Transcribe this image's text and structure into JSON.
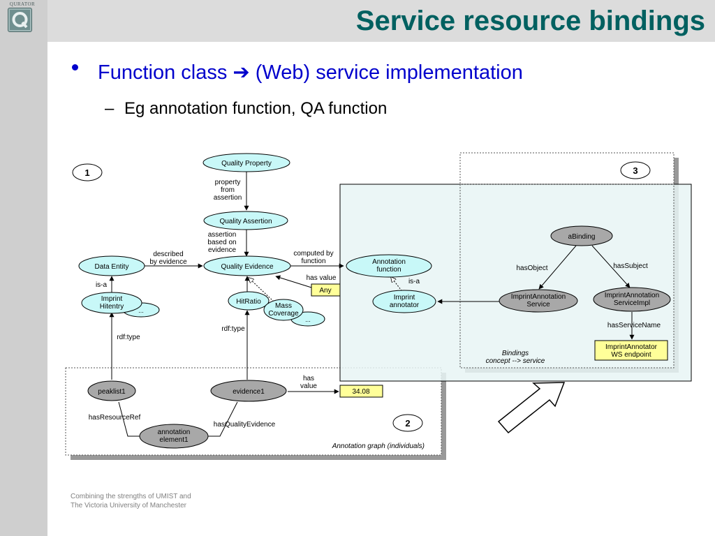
{
  "logo": {
    "label": "QURATOR"
  },
  "title": "Service resource bindings",
  "bullet": {
    "text": "Function class",
    "arrow": "➔",
    "tail": "(Web) service implementation"
  },
  "sub_bullet": {
    "dash": "–",
    "text": "Eg annotation function, QA function"
  },
  "diagram": {
    "panels": {
      "p1": "1",
      "p2": "2",
      "p3": "3"
    },
    "nodes": {
      "quality_property": "Quality Property",
      "quality_assertion": "Quality Assertion",
      "quality_evidence": "Quality Evidence",
      "data_entity": "Data Entity",
      "imprint_hitentry_1": "Imprint",
      "imprint_hitentry_2": "Hitentry",
      "hitratio": "HitRatio",
      "mass_coverage_1": "Mass",
      "mass_coverage_2": "Coverage",
      "ellipsis": "...",
      "annotation_function_1": "Annotation",
      "annotation_function_2": "function",
      "imprint_annotator_1": "Imprint",
      "imprint_annotator_2": "annotator",
      "abinding": "aBinding",
      "imprint_service_1": "ImprintAnnotation",
      "imprint_service_2": "Service",
      "imprint_serviceimpl_1": "ImprintAnnotation",
      "imprint_serviceimpl_2": "ServiceImpl",
      "endpoint_1": "ImprintAnnotator",
      "endpoint_2": "WS endpoint",
      "peaklist1": "peaklist1",
      "evidence1": "evidence1",
      "annotation_element_1": "annotation",
      "annotation_element_2": "element1",
      "any": "Any",
      "value_3408": "34.08"
    },
    "edges": {
      "property_from_1": "property",
      "property_from_2": "from",
      "property_from_3": "assertion",
      "assertion_based_1": "assertion",
      "assertion_based_2": "based on",
      "assertion_based_3": "evidence",
      "described_1": "described",
      "described_2": "by evidence",
      "computed_1": "computed by",
      "computed_2": "function",
      "has_value": "has value",
      "is_a_left": "is-a",
      "is_a_right": "is-a",
      "rdf_type_left": "rdf:type",
      "rdf_type_mid": "rdf:type",
      "has_object": "hasObject",
      "has_subject": "hasSubject",
      "has_service_name": "hasServiceName",
      "has_value2_1": "has",
      "has_value2_2": "value",
      "has_resource_ref": "hasResourceRef",
      "has_quality_evidence": "hasQualityEvidence"
    },
    "captions": {
      "bindings_1": "Bindings",
      "bindings_2": "concept --> service",
      "annotation_graph": "Annotation graph (individuals)"
    }
  },
  "footer": {
    "line1": "Combining the strengths of UMIST and",
    "line2": "The Victoria University of Manchester"
  },
  "colors": {
    "title": "#006060",
    "bullet": "#0000cc",
    "cyan_node": "#c8f8f8",
    "gray_node": "#a8a8a8",
    "yellow_box": "#ffff99",
    "panel_bg": "#e8f4f4"
  }
}
